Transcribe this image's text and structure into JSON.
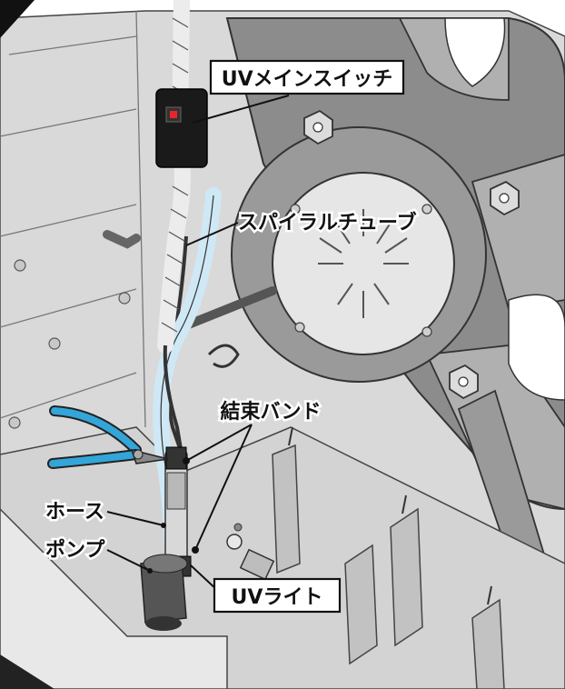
{
  "labels": {
    "uv_main_switch": "UVメインスイッチ",
    "spiral_tube": "スパイラルチューブ",
    "cable_ties": "結束バンド",
    "hose": "ホース",
    "pump": "ポンプ",
    "uv_light": "UVライト"
  },
  "colors": {
    "background_panel": "#d9d9d9",
    "dark_gray": "#8c8c8c",
    "mid_gray": "#b0b0b0",
    "motor_disc": "#e6e6e6",
    "hose_blue": "#cfe8f5",
    "plier_handle": "#33a5d8",
    "switch_body": "#1a1a1a",
    "switch_led": "#e8262a",
    "outline": "#333333"
  },
  "icons": {
    "switch": "rocker-switch-icon",
    "pliers": "wire-cutter-icon"
  }
}
